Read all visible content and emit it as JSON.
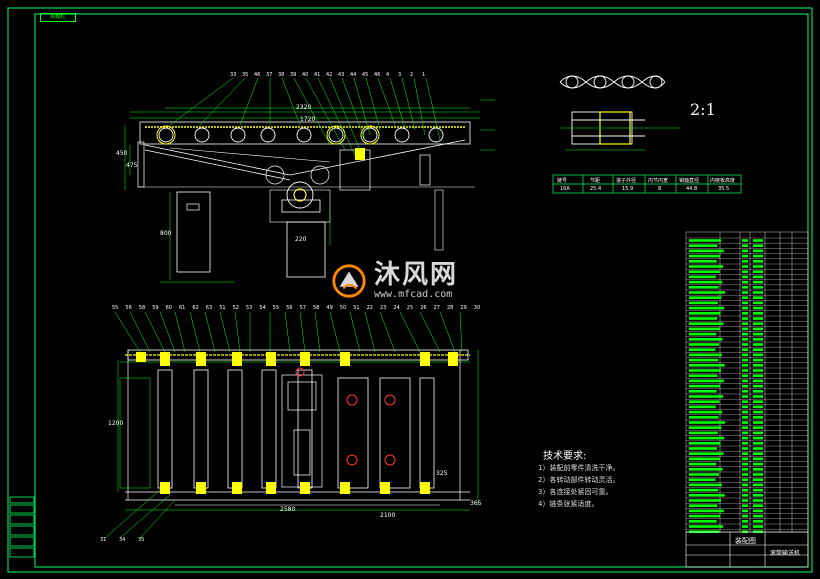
{
  "drawing": {
    "corner_tag": "标题栏",
    "scale_label": "2:1",
    "tech_requirements": {
      "title": "技术要求:",
      "items": [
        "1）装配前零件清洗干净。",
        "2）各转动部件转动灵活。",
        "3）各连接处紧固可靠。",
        "4）链条张紧适度。"
      ]
    },
    "chain_table": {
      "cells": [
        "链号",
        "节距",
        "滚子外径",
        "内节内宽",
        "销轴直径",
        "内链板高度",
        "16A",
        "25.4",
        "15.9",
        "8",
        "44.8",
        "35.5"
      ]
    },
    "dimensions": {
      "top_width": "2320",
      "top_inner": "1720",
      "v1": "450",
      "v2": "475",
      "motor_h": "220",
      "cabinet_h": "800",
      "bottom_width": "2580",
      "left_h": "1200",
      "right_h": "365",
      "right_h2": "325",
      "bottom_note": "2100"
    },
    "balloons_top": [
      "33",
      "35",
      "46",
      "37",
      "38",
      "39",
      "40",
      "41",
      "42",
      "43",
      "44",
      "45",
      "46",
      "4",
      "3",
      "2",
      "1"
    ],
    "balloons_mid": [
      "55",
      "56",
      "58",
      "59",
      "60",
      "61",
      "62",
      "63",
      "51",
      "52",
      "53",
      "54",
      "55",
      "56",
      "57",
      "58",
      "49",
      "50",
      "51",
      "22",
      "23",
      "24",
      "25",
      "26",
      "27",
      "28",
      "29",
      "30"
    ],
    "balloons_bottom": [
      "31",
      "34",
      "35"
    ],
    "title_block": {
      "name": "装配图",
      "drawing_no": "滚筒输送机"
    }
  },
  "watermark": {
    "brand_cn": "沐风网",
    "url": "www.mfcad.com"
  },
  "colors": {
    "frame": "#00ff66",
    "line_green": "#00ff00",
    "line_white": "#ffffff",
    "part_yellow": "#ffff00",
    "part_cyan": "#00ffff",
    "part_red": "#ff3333",
    "part_magenta": "#ff66ff"
  }
}
